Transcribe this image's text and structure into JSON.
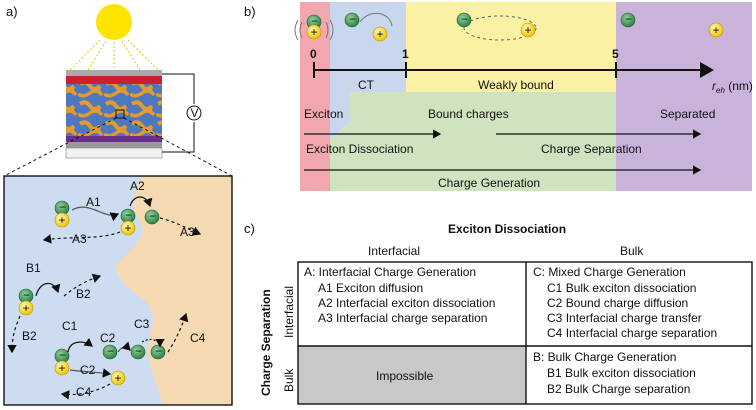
{
  "panel_a": {
    "label": "a)",
    "meter_symbol": "V",
    "processes": [
      "A1",
      "A2",
      "A3",
      "A3",
      "B1",
      "B2",
      "B2",
      "C1",
      "C2",
      "C2",
      "C3",
      "C4",
      "C4"
    ]
  },
  "panel_b": {
    "label": "b)",
    "ticks": [
      "0",
      "1",
      "5"
    ],
    "axis_var": "r",
    "axis_sub": "eh",
    "axis_unit": " (nm)",
    "regions_top": [
      "CT",
      "Weakly bound"
    ],
    "regions_bottom": [
      "Exciton",
      "Bound charges",
      "Separated"
    ],
    "arrows": [
      "Exciton Dissociation",
      "Charge Separation",
      "Charge Generation"
    ]
  },
  "panel_c": {
    "label": "c)",
    "top_title": "Exciton Dissociation",
    "col_headers": [
      "Interfacial",
      "Bulk"
    ],
    "side_title": "Charge Separation",
    "row_headers": [
      "Interfacial",
      "Bulk"
    ],
    "cell_A": {
      "title": "A: Interfacial Charge Generation",
      "items": [
        {
          "code": "A1",
          "text": "Exciton diffusion"
        },
        {
          "code": "A2",
          "text": "Interfacial exciton dissociation"
        },
        {
          "code": "A3",
          "text": "Interfacial charge separation"
        }
      ]
    },
    "cell_C": {
      "title": "C: Mixed Charge Generation",
      "items": [
        {
          "code": "C1",
          "text": "Bulk exciton dissociation"
        },
        {
          "code": "C2",
          "text": "Bound charge diffusion"
        },
        {
          "code": "C3",
          "text": "Interfacial charge transfer"
        },
        {
          "code": "C4",
          "text": "Interfacial charge separation"
        }
      ]
    },
    "cell_impossible": "Impossible",
    "cell_B": {
      "title": "B: Bulk Charge Generation",
      "items": [
        {
          "code": "B1",
          "text": "Bulk exciton dissociation"
        },
        {
          "code": "B2",
          "text": "Bulk Charge separation"
        }
      ]
    }
  },
  "colors": {
    "sun": "#ffe400",
    "donor_blue": "#cddcf0",
    "acceptor_tan": "#f5d9b3",
    "exciton_red": "#f2a7ae",
    "ct_blue": "#c8d6ee",
    "weak_yellow": "#fbf1a3",
    "separated_purple": "#c9b3db",
    "bound_green": "#cfe3c0",
    "hole_yellow": "#ffe24a",
    "electron_green": "#3f9a55",
    "impossible_gray": "#c8c8c8"
  }
}
